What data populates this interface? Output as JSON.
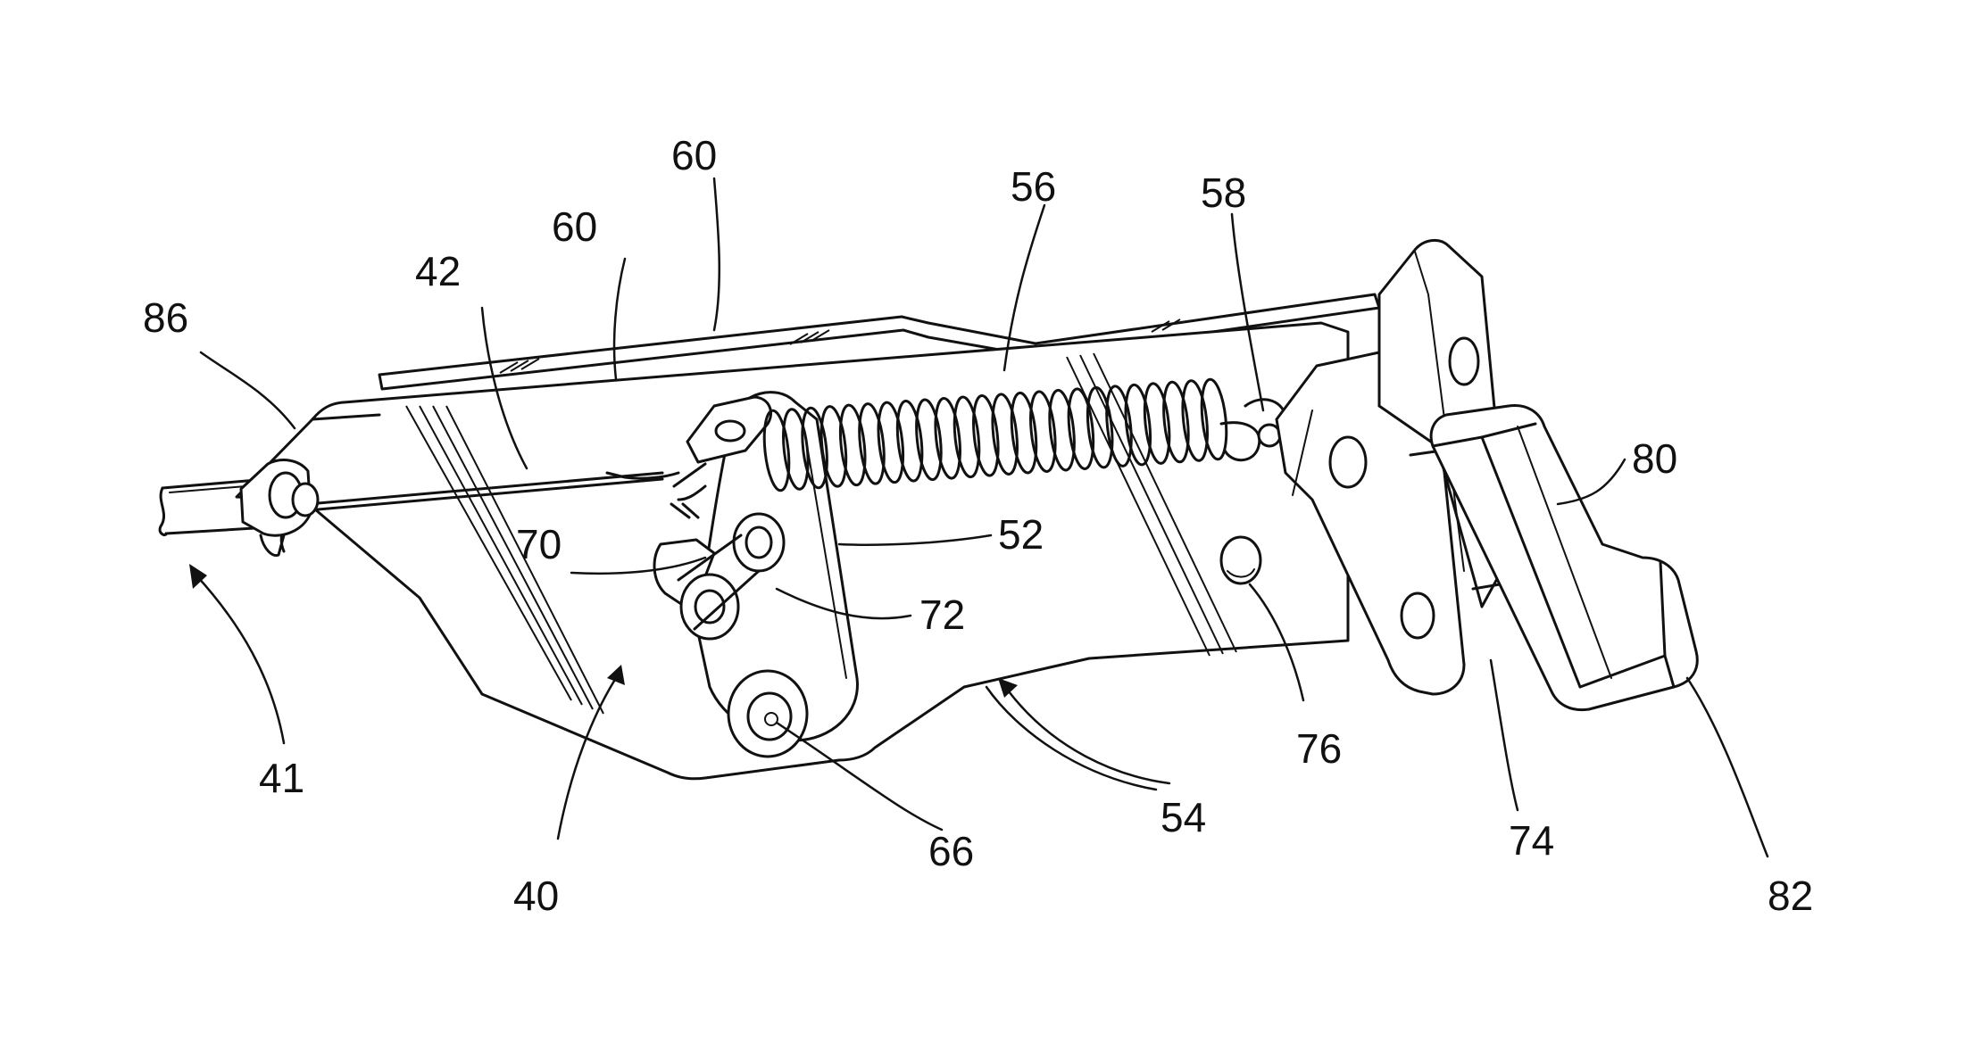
{
  "figure": {
    "reference_numerals": {
      "r86": "86",
      "r42": "42",
      "r60a": "60",
      "r60b": "60",
      "r56": "56",
      "r58": "58",
      "r80": "80",
      "r52": "52",
      "r70": "70",
      "r72": "72",
      "r76": "76",
      "r41": "41",
      "r66": "66",
      "r54": "54",
      "r74": "74",
      "r40": "40",
      "r82": "82"
    }
  }
}
